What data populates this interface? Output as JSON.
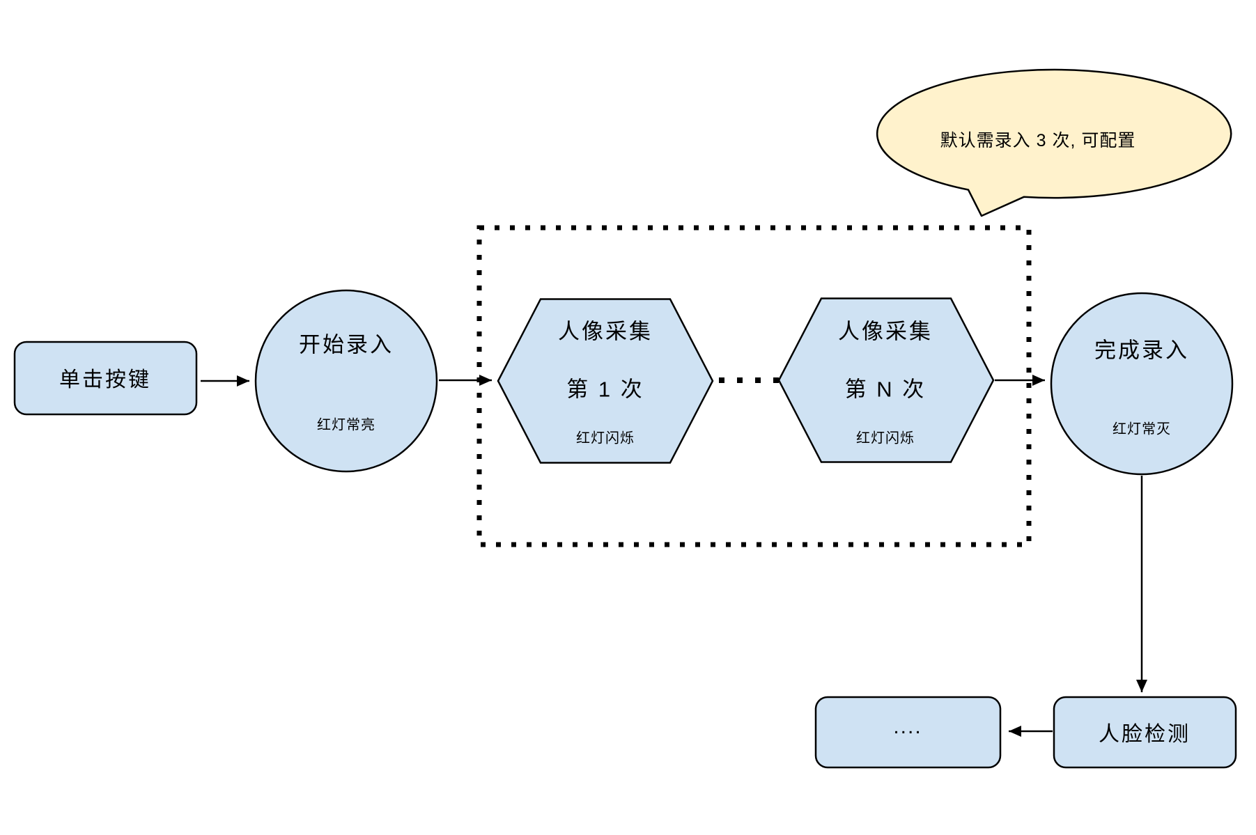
{
  "diagram_title": "face-enrollment-flow",
  "nodes": {
    "click_button": {
      "label": "单击按键"
    },
    "start_enroll": {
      "label": "开始录入",
      "sublabel": "红灯常亮"
    },
    "capture_first": {
      "line1": "人像采集",
      "line2": "第 1 次",
      "sublabel": "红灯闪烁"
    },
    "capture_nth": {
      "line1": "人像采集",
      "line2": "第 N 次",
      "sublabel": "红灯闪烁"
    },
    "finish_enroll": {
      "label": "完成录入",
      "sublabel": "红灯常灭"
    },
    "ellipsis_box": {
      "label": "...."
    },
    "face_detect": {
      "label": "人脸检测"
    }
  },
  "callout": {
    "text": "默认需录入 3 次, 可配置"
  },
  "colors": {
    "node_fill": "#cfe2f3",
    "callout_fill": "#fff2cc",
    "stroke": "#000000",
    "background": "#ffffff"
  }
}
